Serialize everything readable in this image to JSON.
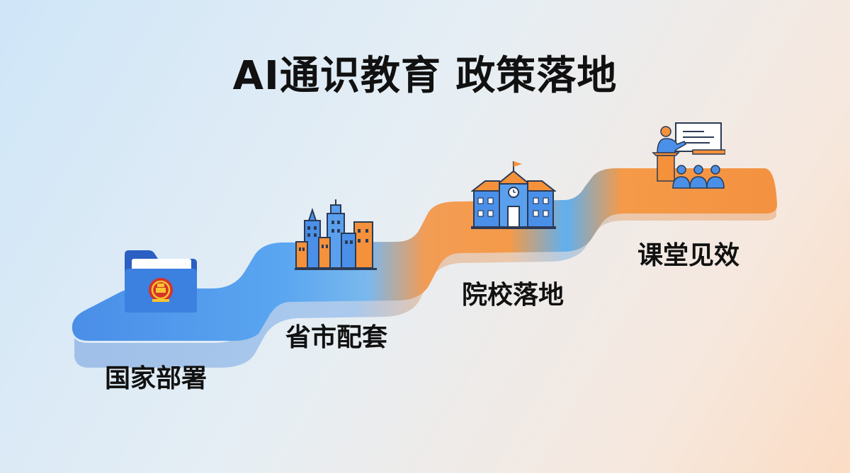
{
  "title": "AI通识教育 政策落地",
  "steps": [
    {
      "label": "国家部署",
      "icon": "government-folder-icon"
    },
    {
      "label": "省市配套",
      "icon": "city-buildings-icon"
    },
    {
      "label": "院校落地",
      "icon": "school-building-icon"
    },
    {
      "label": "课堂见效",
      "icon": "classroom-teacher-icon"
    }
  ],
  "colors": {
    "blue": "#3f86e4",
    "orange": "#f4913a",
    "title": "#111111"
  }
}
